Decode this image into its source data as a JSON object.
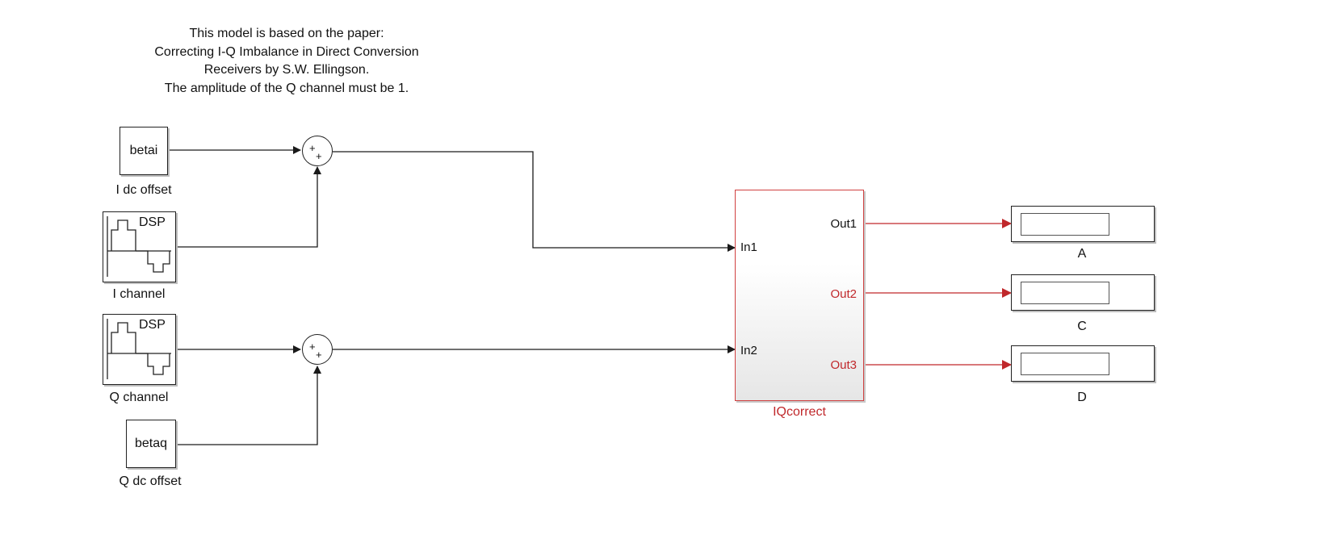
{
  "annotation": {
    "lines": [
      "This model is based on the paper:",
      "Correcting I-Q Imbalance in Direct Conversion",
      "Receivers by S.W. Ellingson.",
      "The amplitude of the Q channel must be 1."
    ]
  },
  "blocks": {
    "i_dc_offset": {
      "value": "betai",
      "label": "I dc offset"
    },
    "i_channel": {
      "icon_text": "DSP",
      "label": "I channel"
    },
    "q_channel": {
      "icon_text": "DSP",
      "label": "Q channel"
    },
    "q_dc_offset": {
      "value": "betaq",
      "label": "Q dc offset"
    },
    "sum_i": {
      "signs": [
        "+",
        "+"
      ]
    },
    "sum_q": {
      "signs": [
        "+",
        "+"
      ]
    },
    "iqcorrect": {
      "label": "IQcorrect",
      "inputs": [
        "In1",
        "In2"
      ],
      "outputs": [
        "Out1",
        "Out2",
        "Out3"
      ]
    },
    "displays": [
      {
        "label": "A"
      },
      {
        "label": "C"
      },
      {
        "label": "D"
      }
    ]
  },
  "colors": {
    "wire": "#1a1a1a",
    "subsystem_accent": "#d04040",
    "output_wire": "#c0282b",
    "port_label_dark": "#111111",
    "port_label_red": "#c0282b"
  }
}
